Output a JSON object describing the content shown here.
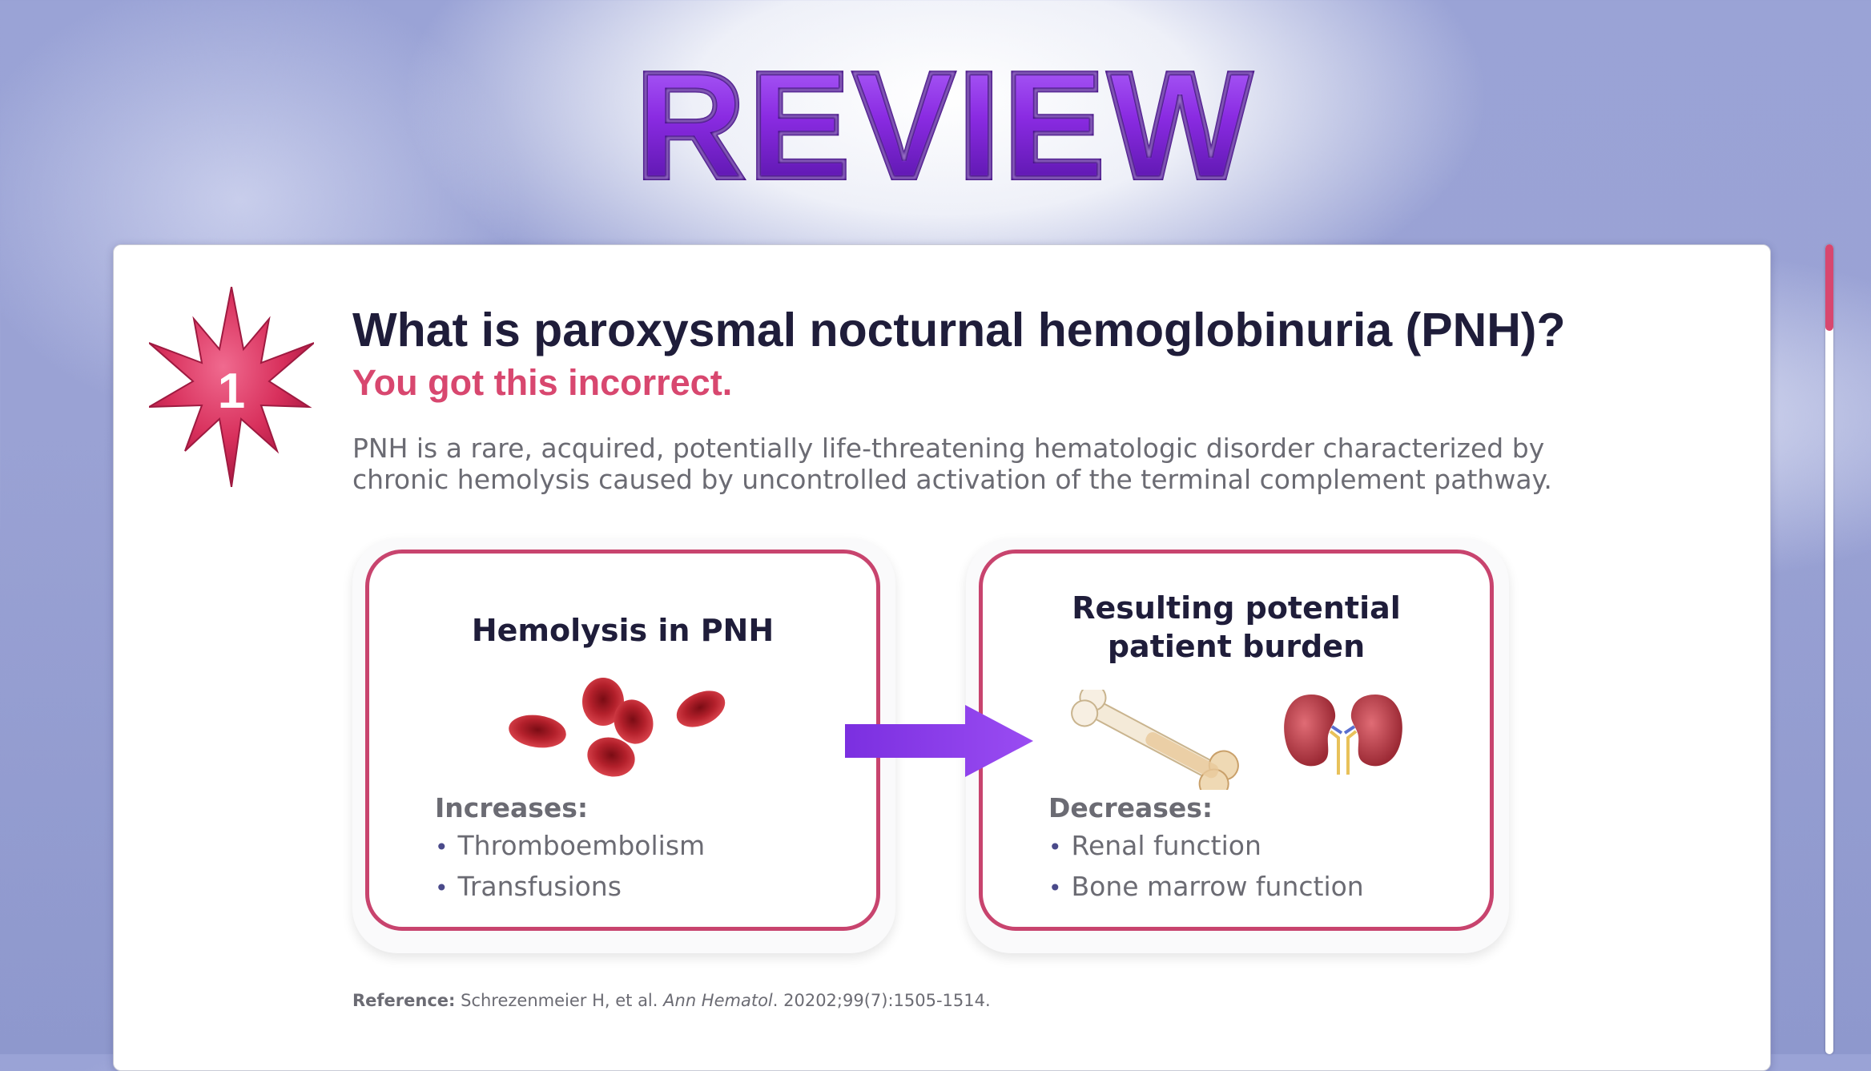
{
  "header": {
    "title": "REVIEW"
  },
  "question": {
    "number": "1",
    "title": "What is paroxysmal nocturnal hemoglobinuria (PNH)?",
    "result": "You got this incorrect.",
    "explanation": "PNH is a rare, acquired, potentially life-threatening hematologic disorder characterized by chronic hemolysis caused by uncontrolled activation of the terminal complement pathway."
  },
  "panels": {
    "left": {
      "title": "Hemolysis in PNH",
      "list_heading": "Increases:",
      "items": [
        "Thromboembolism",
        "Transfusions"
      ]
    },
    "right": {
      "title_line1": "Resulting potential",
      "title_line2": "patient burden",
      "list_heading": "Decreases:",
      "items": [
        "Renal function",
        "Bone marrow function"
      ]
    }
  },
  "reference": {
    "label": "Reference:",
    "authors": "Schrezenmeier H, et al.",
    "journal": "Ann Hematol",
    "citation": ". 20202;99(7):1505-1514."
  },
  "icons": {
    "badge": "starburst-badge-icon",
    "cells": "red-blood-cells-icon",
    "arrow": "arrow-right-icon",
    "bone": "bone-icon",
    "kidneys": "kidneys-icon"
  },
  "colors": {
    "accent": "#d8476f",
    "title_text": "#1f1d3a",
    "body_text": "#6b6b73",
    "arrow": "#7b2fe0",
    "balloon_letters": "#8a2be2"
  }
}
